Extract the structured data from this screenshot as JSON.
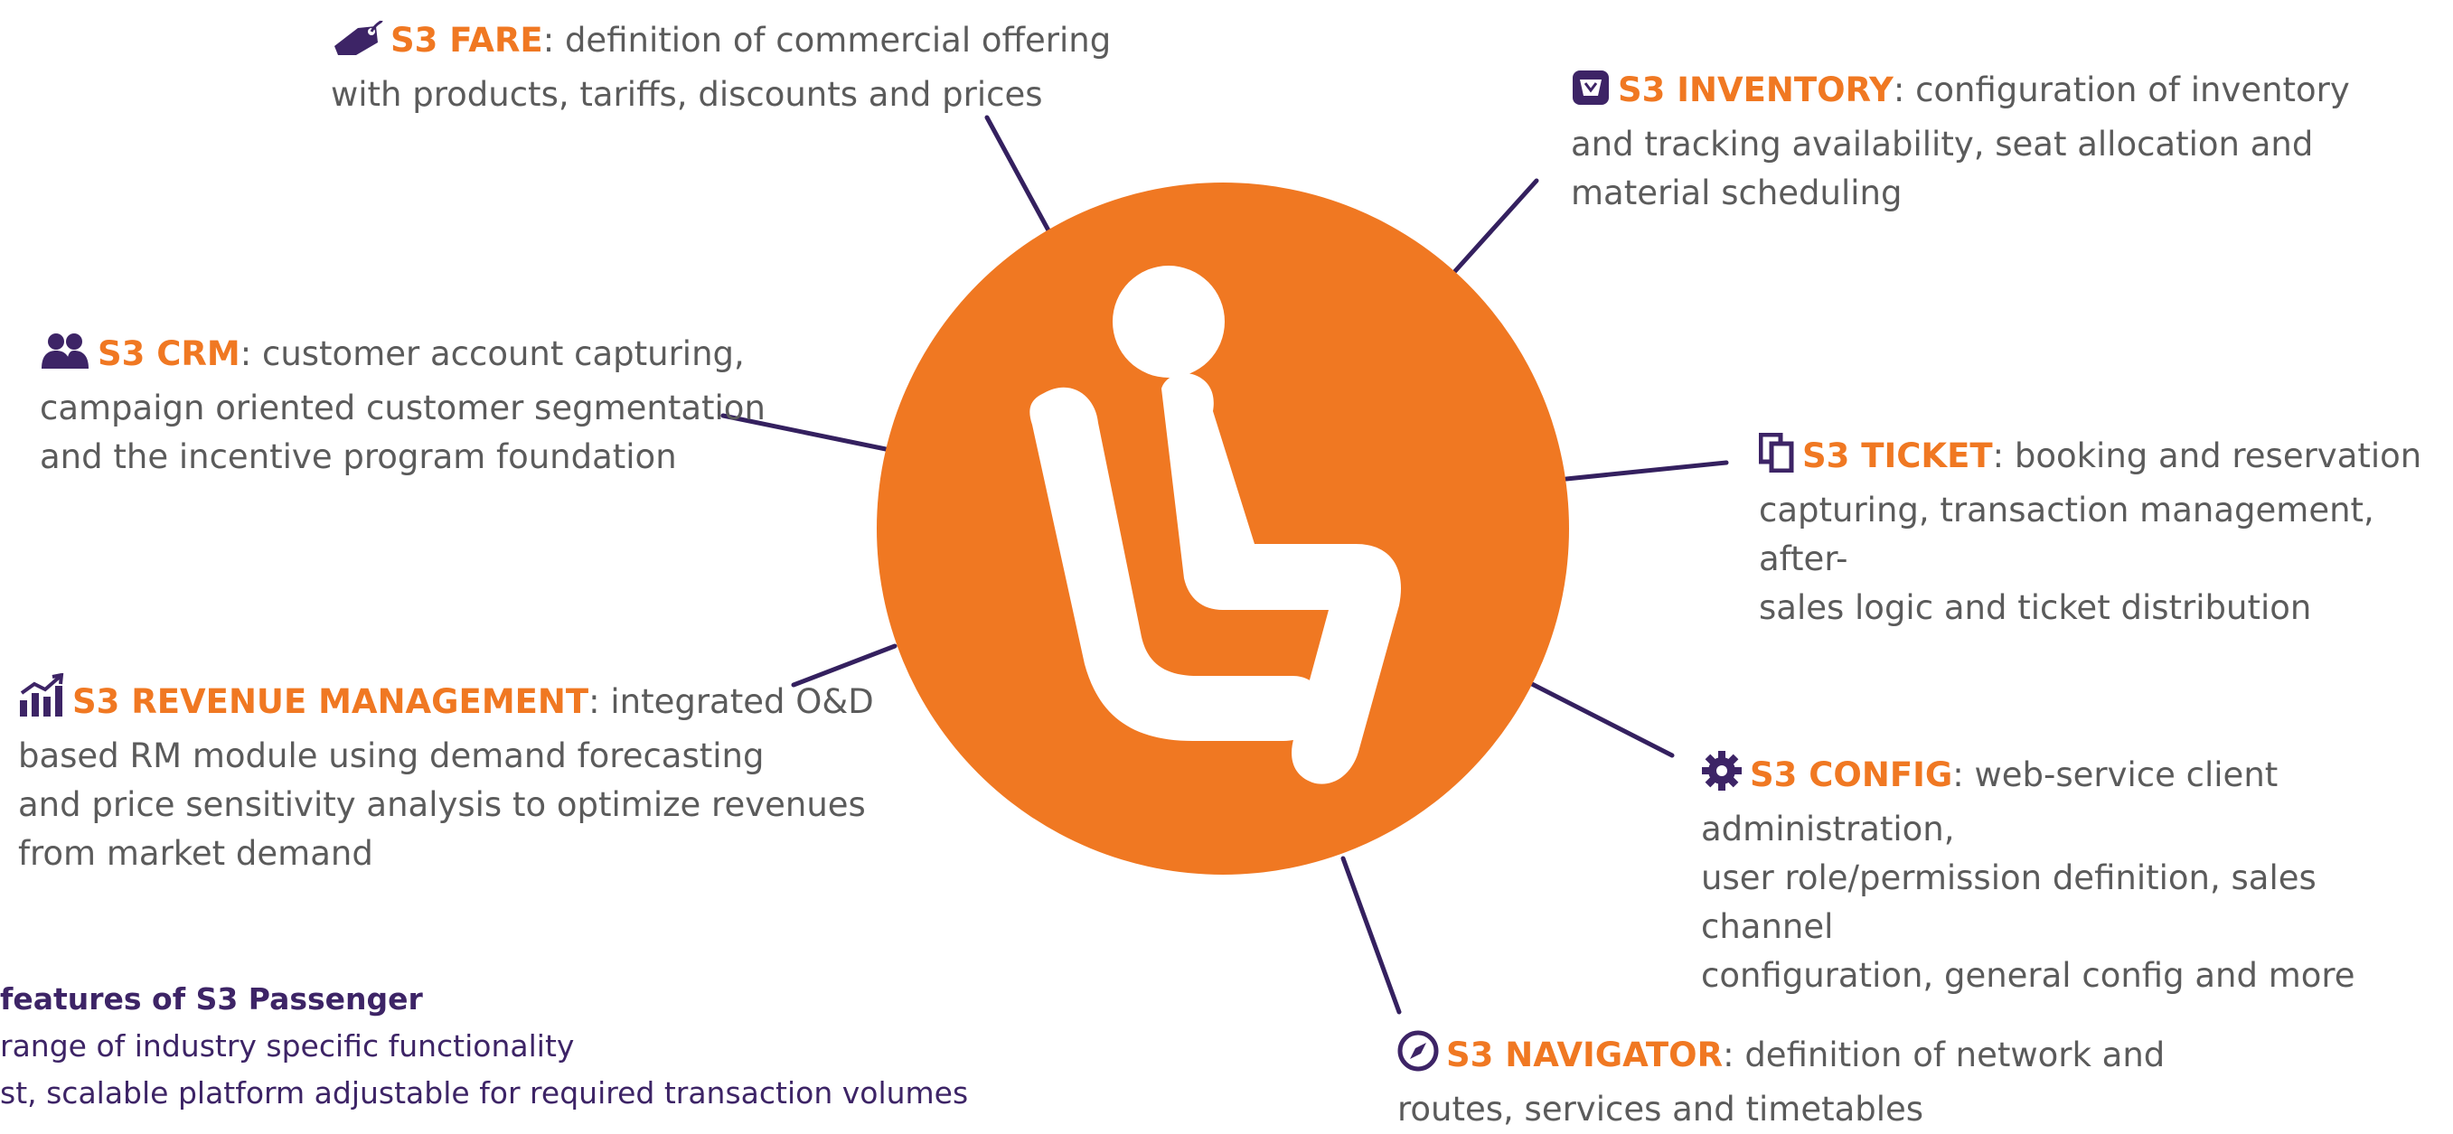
{
  "colors": {
    "accent": "#f07822",
    "brand_purple": "#3d2466",
    "line": "#34205f",
    "text": "#5b5b5b"
  },
  "center": {
    "icon": "passenger-seat-icon"
  },
  "modules": {
    "fare": {
      "icon": "price-tag-icon",
      "title": "S3 FARE",
      "desc_1": ": definition of commercial offering",
      "desc_2": "with products, tariffs, discounts and prices"
    },
    "inventory": {
      "icon": "basket-icon",
      "title": "S3 INVENTORY",
      "desc_1": ": configuration of inventory",
      "desc_2": "and tracking availability, seat allocation and",
      "desc_3": "material scheduling"
    },
    "crm": {
      "icon": "users-icon",
      "title": "S3 CRM",
      "desc_1": ": customer account capturing,",
      "desc_2": "campaign oriented customer segmentation",
      "desc_3": "and the incentive program foundation"
    },
    "ticket": {
      "icon": "tickets-icon",
      "title": "S3 TICKET",
      "desc_1": ": booking and reservation",
      "desc_2": "capturing, transaction management, after-",
      "desc_3": "sales logic and ticket distribution"
    },
    "revenue": {
      "icon": "growth-chart-icon",
      "title": "S3 REVENUE MANAGEMENT",
      "desc_1": ": integrated O&D",
      "desc_2": "based RM module using demand forecasting",
      "desc_3": "and price sensitivity analysis to optimize revenues",
      "desc_4": "from market demand"
    },
    "config": {
      "icon": "gear-icon",
      "title": "S3 CONFIG",
      "desc_1": ": web-service client administration,",
      "desc_2": "user role/permission definition, sales channel",
      "desc_3": "configuration, general config and more"
    },
    "navigator": {
      "icon": "compass-icon",
      "title": "S3 NAVIGATOR",
      "desc_1": ": definition of network and",
      "desc_2": "routes, services and timetables"
    }
  },
  "features": {
    "heading": "features of S3 Passenger",
    "item_1": "range of industry specific functionality",
    "item_2": "st, scalable platform adjustable for required transaction volumes"
  }
}
